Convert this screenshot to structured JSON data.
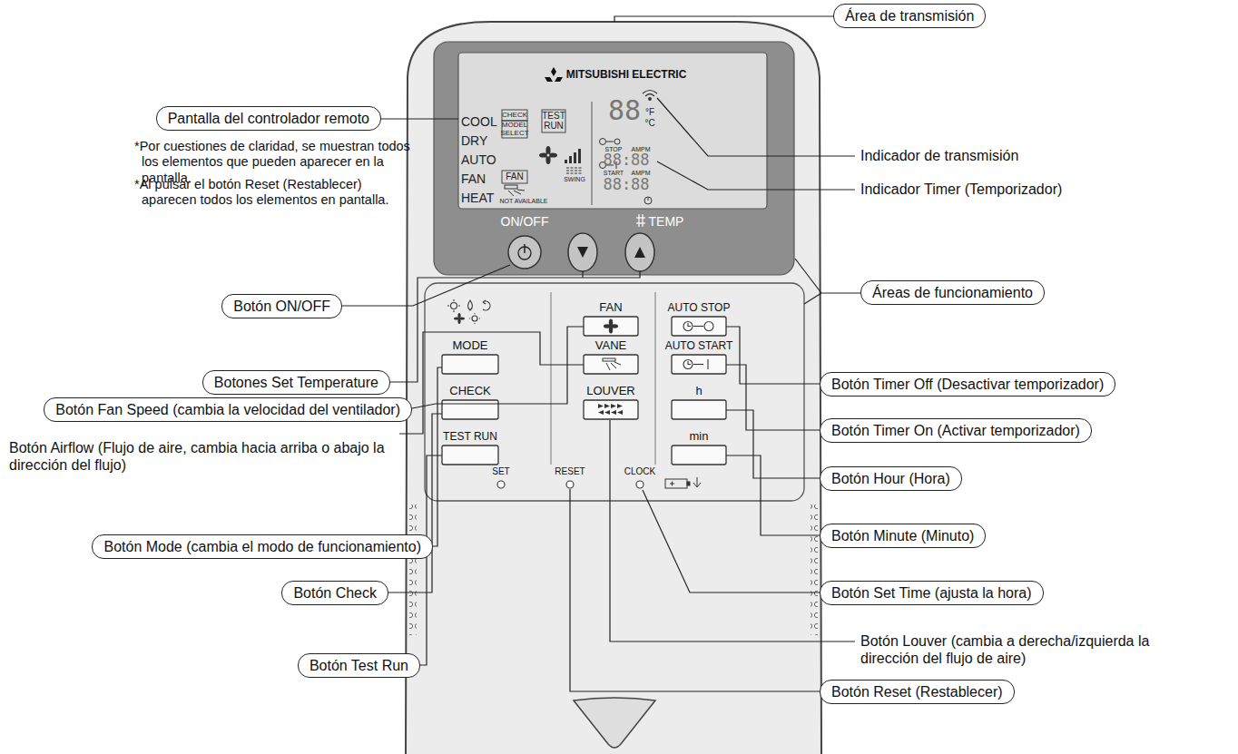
{
  "diagram": {
    "nodes": [
      {
        "text": [
          "Área de transmisión"
        ]
      },
      {
        "text": [
          "Pantalla del controlador remoto"
        ]
      },
      {
        "text": [
          "Áreas de funcionamiento"
        ]
      },
      {
        "text": [
          "Botón ON/OFF"
        ]
      },
      {
        "text": [
          "Botón Timer Off (Desactivar temporizador)"
        ]
      },
      {
        "text": [
          "Botones Set Temperature"
        ]
      },
      {
        "text": [
          "Botón Fan Speed (cambia la velocidad del ventilador)"
        ]
      },
      {
        "text": [
          "Botón Timer On (Activar temporizador)"
        ]
      },
      {
        "text": [
          "Botón Hour (Hora)"
        ]
      },
      {
        "text": [
          "Botón Minute (Minuto)"
        ]
      },
      {
        "text": [
          "Botón Mode (cambia el modo de funcionamiento)"
        ]
      },
      {
        "text": [
          "Botón Check"
        ]
      },
      {
        "text": [
          "Botón Set Time (ajusta la hora)"
        ]
      },
      {
        "text": [
          "Botón Test Run"
        ]
      },
      {
        "text": [
          "Botón Reset (Restablecer)"
        ]
      }
    ],
    "labels": [
      "Indicador de transmisión",
      "Indicador Timer (Temporizador)",
      "*Por cuestiones de claridad, se muestran todos los elementos que pueden aparecer en la pantalla.",
      "*Al pulsar el botón Reset (Restablecer) aparecen todos los elementos en pantalla.",
      "Botón Airflow (Flujo de aire, cambia hacia arriba o abajo la dirección del flujo)",
      "Botón Louver (cambia a derecha/izquierda la dirección del flujo de aire)",
      "MITSUBISHI ELECTRIC",
      "COOL",
      "DRY",
      "AUTO",
      "FAN",
      "HEAT",
      "CHECK",
      "MODEL",
      "SELECT",
      "TEST",
      "RUN",
      "FAN",
      "NOT AVAILABLE",
      "SWING",
      "88",
      "°F",
      "°C",
      "STOP",
      "AMPM",
      "88:88",
      "START",
      "AMPM",
      "88:88",
      "ON/OFF",
      "TEMP",
      "FAN",
      "AUTO STOP",
      "MODE",
      "VANE",
      "AUTO START",
      "CHECK",
      "LOUVER",
      "h",
      "TEST RUN",
      "min",
      "SET",
      "RESET",
      "CLOCK"
    ]
  }
}
